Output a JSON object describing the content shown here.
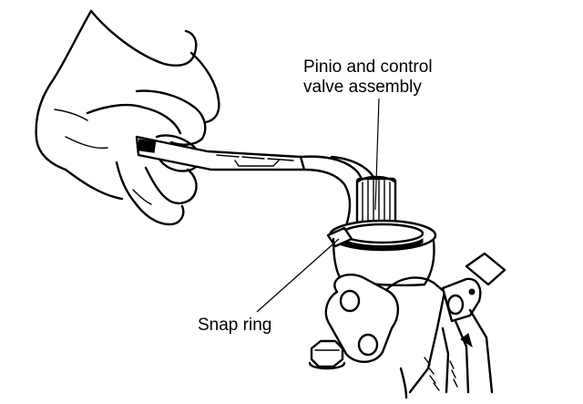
{
  "labels": {
    "pinion_line1": "Pinio and control",
    "pinion_line2": "valve assembly",
    "snap_ring": "Snap ring"
  },
  "colors": {
    "ink": "#000000",
    "paper": "#ffffff"
  },
  "illustration": {
    "subject": "hand-holding-snap-ring-pliers-on-steering-gear-housing",
    "style": "line-art"
  }
}
